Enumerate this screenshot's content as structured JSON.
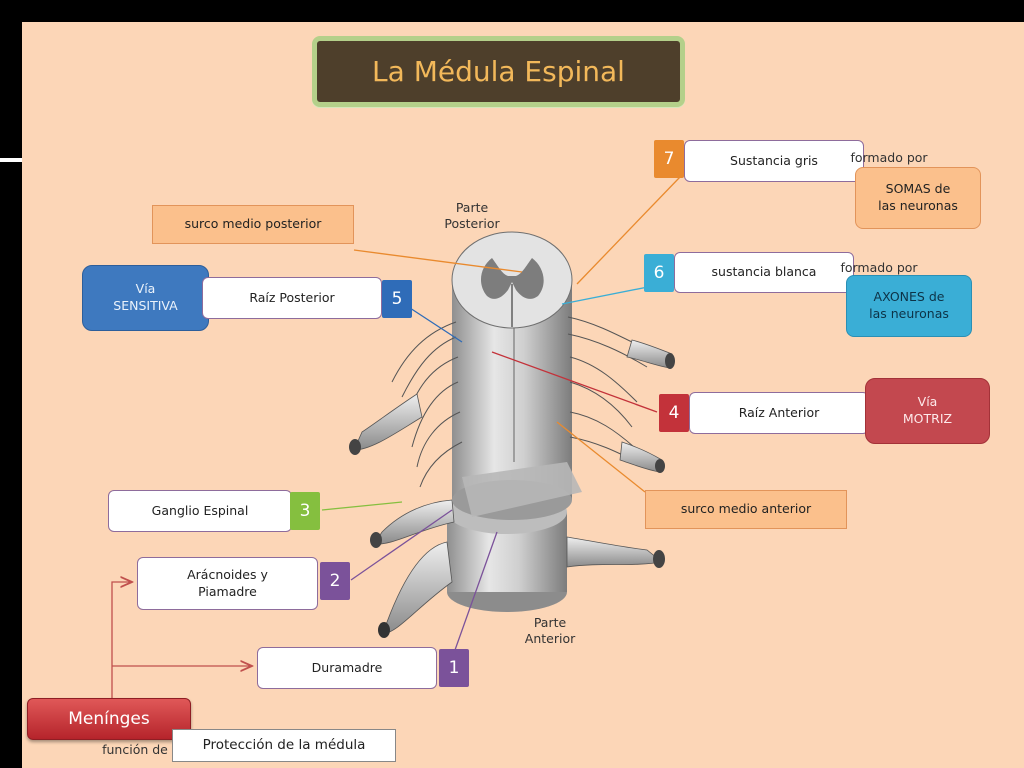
{
  "title": "La Médula Espinal",
  "labels": {
    "posterior": "Parte\nPosterior",
    "anterior": "Parte\nAnterior",
    "formado1": "formado por",
    "formado2": "formado por",
    "funcion": "función de"
  },
  "parts": {
    "p7": {
      "num": "7",
      "name": "Sustancia  gris"
    },
    "p6": {
      "num": "6",
      "name": "sustancia  blanca"
    },
    "p5": {
      "num": "5",
      "name": "Raíz  Posterior"
    },
    "p4": {
      "num": "4",
      "name": "Raíz  Anterior"
    },
    "p3": {
      "num": "3",
      "name": "Ganglio Espinal"
    },
    "p2": {
      "num": "2",
      "name": "Arácnoides  y\nPiamadre"
    },
    "p1": {
      "num": "1",
      "name": "Duramadre"
    }
  },
  "info": {
    "somas": "SOMAS  de\nlas neuronas",
    "axones": "AXONES  de\nlas neuronas",
    "via_sensitiva": "Vía\nSENSITIVA",
    "via_motriz": "Vía\nMOTRIZ",
    "surco_posterior": "surco medio posterior",
    "surco_anterior": "surco medio anterior",
    "meninges": "Menínges",
    "proteccion": "Protección de la médula"
  },
  "colors": {
    "slide_bg": "#fcd6b7",
    "title_bg": "#4e3f2b",
    "title_text": "#f2b85a",
    "orange": "#e98a2e",
    "cyan": "#3aaed6",
    "blue": "#2f6cb8",
    "red": "#c3323a",
    "green": "#85bf3f",
    "purple": "#7b529a"
  }
}
